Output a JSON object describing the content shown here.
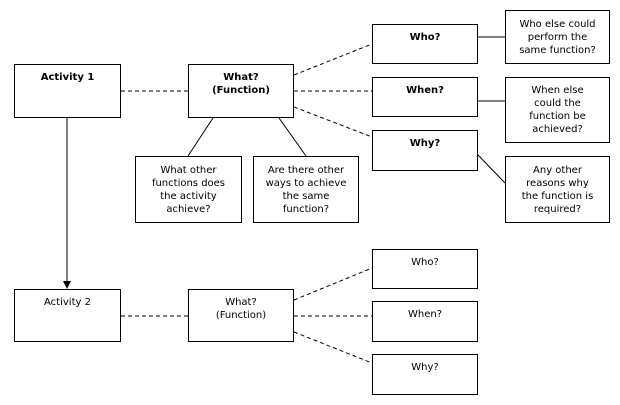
{
  "row1": {
    "activity": "Activity 1",
    "what": "What?\n(Function)",
    "who": "Who?",
    "when": "When?",
    "why": "Why?",
    "who_else": "Who else could\nperform the\nsame function?",
    "when_else": "When else\ncould the\nfunction be\nachieved?",
    "other_reasons": "Any other\nreasons why\nthe function is\nrequired?",
    "other_functions": "What other\nfunctions does\nthe activity\nachieve?",
    "other_ways": "Are there other\nways to achieve\nthe same\nfunction?"
  },
  "row2": {
    "activity": "Activity 2",
    "what": "What?\n(Function)",
    "who": "Who?",
    "when": "When?",
    "why": "Why?"
  }
}
